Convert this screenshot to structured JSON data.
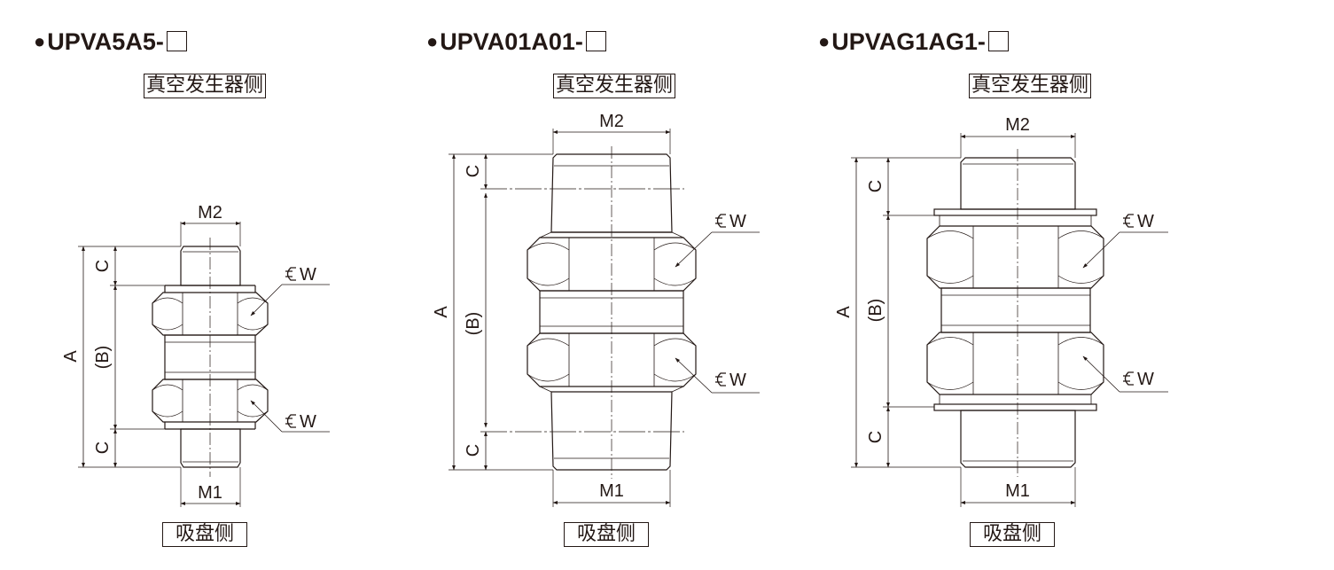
{
  "views": [
    {
      "model": "UPVA5A5-",
      "vacuum_side_label": "真空发生器侧",
      "pad_side_label": "吸盘侧",
      "dims": {
        "top_width": "M2",
        "bottom_width": "M1",
        "overall": "A",
        "body": "(B)",
        "top_thread": "C",
        "bottom_thread": "C",
        "wrench": "W"
      }
    },
    {
      "model": "UPVA01A01-",
      "vacuum_side_label": "真空发生器侧",
      "pad_side_label": "吸盘侧",
      "dims": {
        "top_width": "M2",
        "bottom_width": "M1",
        "overall": "A",
        "body": "(B)",
        "top_thread": "C",
        "bottom_thread": "C",
        "wrench": "W"
      }
    },
    {
      "model": "UPVAG1AG1-",
      "vacuum_side_label": "真空发生器侧",
      "pad_side_label": "吸盘侧",
      "dims": {
        "top_width": "M2",
        "bottom_width": "M1",
        "overall": "A",
        "body": "(B)",
        "top_thread": "C",
        "bottom_thread": "C",
        "wrench": "W"
      }
    }
  ]
}
